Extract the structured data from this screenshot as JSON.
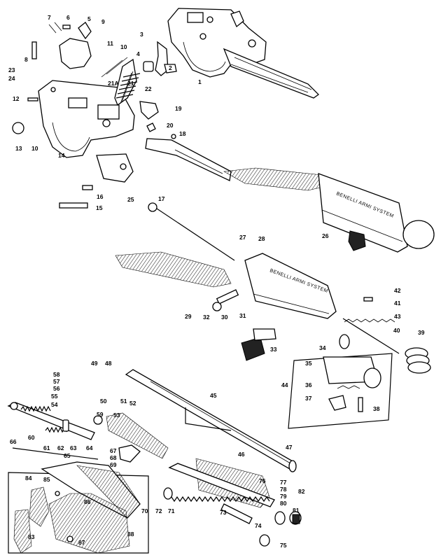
{
  "callouts": [
    {
      "id": "c1",
      "label": "1"
    },
    {
      "id": "c2",
      "label": "2"
    },
    {
      "id": "c3",
      "label": "3"
    },
    {
      "id": "c4",
      "label": "4"
    },
    {
      "id": "c5",
      "label": "5"
    },
    {
      "id": "c6",
      "label": "6"
    },
    {
      "id": "c7",
      "label": "7"
    },
    {
      "id": "c8",
      "label": "8"
    },
    {
      "id": "c9",
      "label": "9"
    },
    {
      "id": "c10a",
      "label": "10"
    },
    {
      "id": "c10b",
      "label": "10"
    },
    {
      "id": "c11",
      "label": "11"
    },
    {
      "id": "c12",
      "label": "12"
    },
    {
      "id": "c13",
      "label": "13"
    },
    {
      "id": "c14",
      "label": "14"
    },
    {
      "id": "c15",
      "label": "15"
    },
    {
      "id": "c16",
      "label": "16"
    },
    {
      "id": "c17",
      "label": "17"
    },
    {
      "id": "c18",
      "label": "18"
    },
    {
      "id": "c19",
      "label": "19"
    },
    {
      "id": "c20",
      "label": "20"
    },
    {
      "id": "c21",
      "label": "21"
    },
    {
      "id": "c21a",
      "label": "21A"
    },
    {
      "id": "c22",
      "label": "22"
    },
    {
      "id": "c23",
      "label": "23"
    },
    {
      "id": "c24",
      "label": "24"
    },
    {
      "id": "c25",
      "label": "25"
    },
    {
      "id": "c26",
      "label": "26"
    },
    {
      "id": "c27",
      "label": "27"
    },
    {
      "id": "c28",
      "label": "28"
    },
    {
      "id": "c29",
      "label": "29"
    },
    {
      "id": "c30",
      "label": "30"
    },
    {
      "id": "c31",
      "label": "31"
    },
    {
      "id": "c32",
      "label": "32"
    },
    {
      "id": "c33",
      "label": "33"
    },
    {
      "id": "c34",
      "label": "34"
    },
    {
      "id": "c35",
      "label": "35"
    },
    {
      "id": "c36",
      "label": "36"
    },
    {
      "id": "c37",
      "label": "37"
    },
    {
      "id": "c38",
      "label": "38"
    },
    {
      "id": "c39",
      "label": "39"
    },
    {
      "id": "c40",
      "label": "40"
    },
    {
      "id": "c41",
      "label": "41"
    },
    {
      "id": "c42",
      "label": "42"
    },
    {
      "id": "c43",
      "label": "43"
    },
    {
      "id": "c44",
      "label": "44"
    },
    {
      "id": "c45",
      "label": "45"
    },
    {
      "id": "c46",
      "label": "46"
    },
    {
      "id": "c47",
      "label": "47"
    },
    {
      "id": "c48",
      "label": "48"
    },
    {
      "id": "c49",
      "label": "49"
    },
    {
      "id": "c50",
      "label": "50"
    },
    {
      "id": "c51",
      "label": "51"
    },
    {
      "id": "c52",
      "label": "52"
    },
    {
      "id": "c53",
      "label": "53"
    },
    {
      "id": "c54",
      "label": "54"
    },
    {
      "id": "c55",
      "label": "55"
    },
    {
      "id": "c56",
      "label": "56"
    },
    {
      "id": "c57",
      "label": "57"
    },
    {
      "id": "c58",
      "label": "58"
    },
    {
      "id": "c59",
      "label": "59"
    },
    {
      "id": "c60",
      "label": "60"
    },
    {
      "id": "c61",
      "label": "61"
    },
    {
      "id": "c62",
      "label": "62"
    },
    {
      "id": "c63",
      "label": "63"
    },
    {
      "id": "c64",
      "label": "64"
    },
    {
      "id": "c65",
      "label": "65"
    },
    {
      "id": "c66",
      "label": "66"
    },
    {
      "id": "c67",
      "label": "67"
    },
    {
      "id": "c68",
      "label": "68"
    },
    {
      "id": "c69",
      "label": "69"
    },
    {
      "id": "c70",
      "label": "70"
    },
    {
      "id": "c71",
      "label": "71"
    },
    {
      "id": "c72",
      "label": "72"
    },
    {
      "id": "c73",
      "label": "73"
    },
    {
      "id": "c74",
      "label": "74"
    },
    {
      "id": "c75",
      "label": "75"
    },
    {
      "id": "c76",
      "label": "76"
    },
    {
      "id": "c77",
      "label": "77"
    },
    {
      "id": "c78",
      "label": "78"
    },
    {
      "id": "c79",
      "label": "79"
    },
    {
      "id": "c80",
      "label": "80"
    },
    {
      "id": "c81",
      "label": "81"
    },
    {
      "id": "c82",
      "label": "82"
    },
    {
      "id": "c83",
      "label": "83"
    },
    {
      "id": "c84",
      "label": "84"
    },
    {
      "id": "c85",
      "label": "85"
    },
    {
      "id": "c86",
      "label": "86"
    },
    {
      "id": "c87",
      "label": "87"
    },
    {
      "id": "c88",
      "label": "88"
    }
  ],
  "engravings": {
    "bolt_carrier_upper": "BENELLI ARMI SYSTEM",
    "bolt_carrier_lower": "BENELLI ARMI SYSTEM"
  }
}
